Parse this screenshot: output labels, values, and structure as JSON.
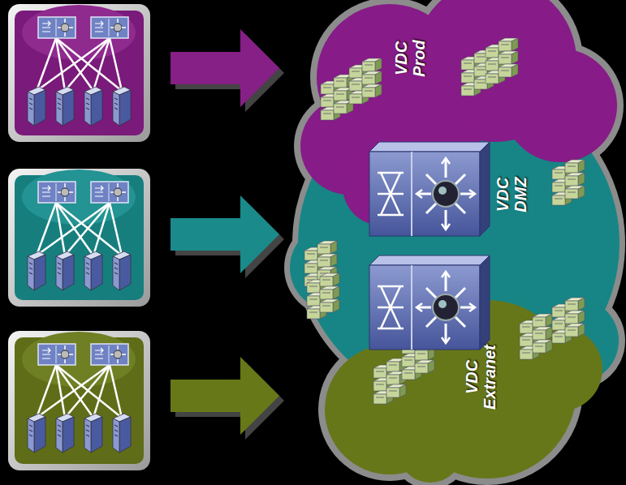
{
  "diagram": {
    "nodes": [
      {
        "text": [
          "VDC Prod"
        ]
      },
      {
        "text": [
          "VDC DMZ"
        ]
      },
      {
        "text": [
          "VDC Extranet"
        ]
      }
    ]
  }
}
